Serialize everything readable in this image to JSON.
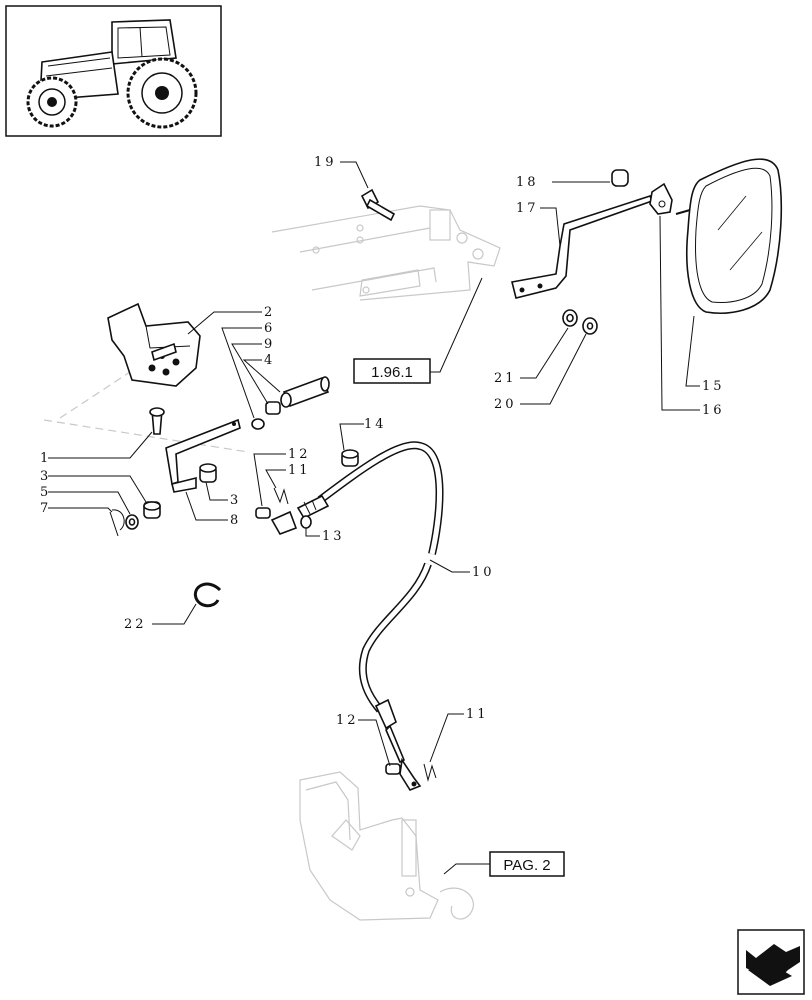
{
  "references": {
    "upper_ref": "1.96.1",
    "lower_ref": "PAG. 2"
  },
  "callouts": {
    "c1": "1",
    "c2": "2",
    "c3a": "3",
    "c3b": "3",
    "c4": "4",
    "c5": "5",
    "c6": "6",
    "c7": "7",
    "c8": "8",
    "c9": "9",
    "c10": "10",
    "c11a": "11",
    "c11b": "11",
    "c12a": "12",
    "c12b": "12",
    "c13": "13",
    "c14": "14",
    "c15": "15",
    "c16": "16",
    "c17": "17",
    "c18": "18",
    "c19": "19",
    "c20": "20",
    "c21": "21",
    "c22": "22"
  },
  "icons": {
    "thumbnail": "tractor-thumbnail-icon",
    "navigation": "page-navigation-arrow-icon"
  }
}
